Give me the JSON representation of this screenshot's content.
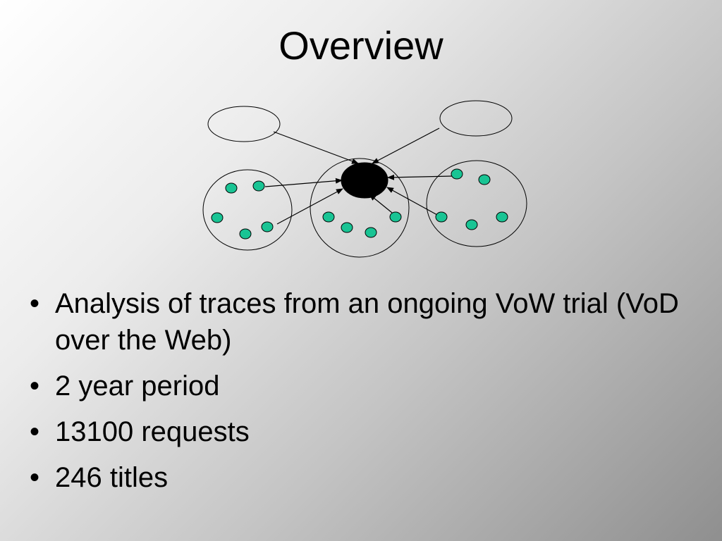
{
  "slide": {
    "title": "Overview",
    "bullets": [
      "Analysis of traces from an ongoing VoW trial (VoD over the Web)",
      "2 year period",
      "13100 requests",
      "246 titles"
    ],
    "bullet_symbol": "•"
  },
  "colors": {
    "node_fill": "#19c494",
    "hub_fill": "#000000",
    "stroke": "#000000"
  }
}
